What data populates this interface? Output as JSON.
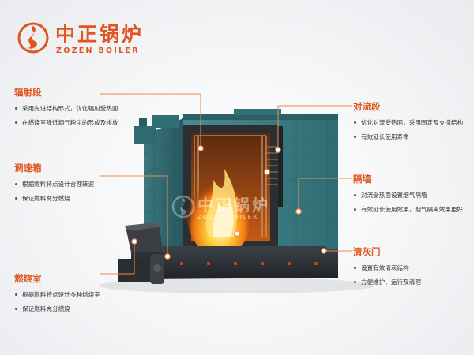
{
  "brand": {
    "name_cn": "中正锅炉",
    "name_en": "ZOZEN BOILER",
    "logo_icon": "flame-swirl-icon",
    "color": "#e2541f"
  },
  "watermark": {
    "name_cn": "中正锅炉",
    "name_en": "ZOZEN BOILER"
  },
  "sections": {
    "radiation": {
      "title": "辐射段",
      "bullets": [
        "采用先进结构形式，优化辐射受热面",
        "在燃烧室降低烟气粉尘的形成及排放"
      ]
    },
    "speed_box": {
      "title": "调速箱",
      "bullets": [
        "根据燃料特点设计合理转速",
        "保证燃料充分燃烧"
      ]
    },
    "combustion": {
      "title": "燃烧室",
      "bullets": [
        "根据燃料特点设计多种燃烧室",
        "保证燃料充分燃烧"
      ]
    },
    "convection": {
      "title": "对流段",
      "bullets": [
        "优化对流受热面，采用固定及支撑结构",
        "有效延长使用寿命"
      ]
    },
    "partition": {
      "title": "隔墙",
      "bullets": [
        "对流受热面设置烟气隔墙",
        "有效延长使用效果，烟气隔离效果更好"
      ]
    },
    "ash_door": {
      "title": "清灰门",
      "bullets": [
        "设置有效清灰结构",
        "方便维护、运行及清理"
      ]
    }
  },
  "colors": {
    "accent": "#e2541f",
    "leader_line": "#f08a4b",
    "boiler_body": "#3f7f86",
    "boiler_dark": "#2a2f33",
    "flame": "#ffb21e"
  }
}
